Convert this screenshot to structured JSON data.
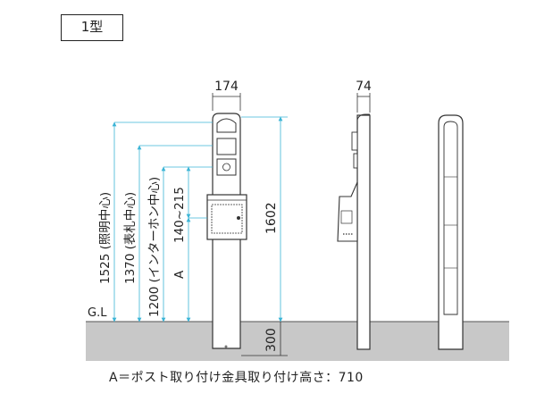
{
  "type_label": "1型",
  "ground_label": "G.L",
  "dimensions": {
    "front_width": "174",
    "side_width": "74",
    "total_height": "1602",
    "below_ground": "300",
    "lighting_center": "1525 (照明中心)",
    "nameplate_center": "1370 (表札中心)",
    "intercom_center": "1200 (インターホン中心)",
    "intercom_range": "140~215",
    "post_mount": "A"
  },
  "caption": "A＝ポスト取り付け金具取り付け高さ：710",
  "colors": {
    "line": "#333333",
    "dimension_accent": "#3bb4d6",
    "ground_fill": "#c8c8c8",
    "ground_line": "#555555"
  }
}
